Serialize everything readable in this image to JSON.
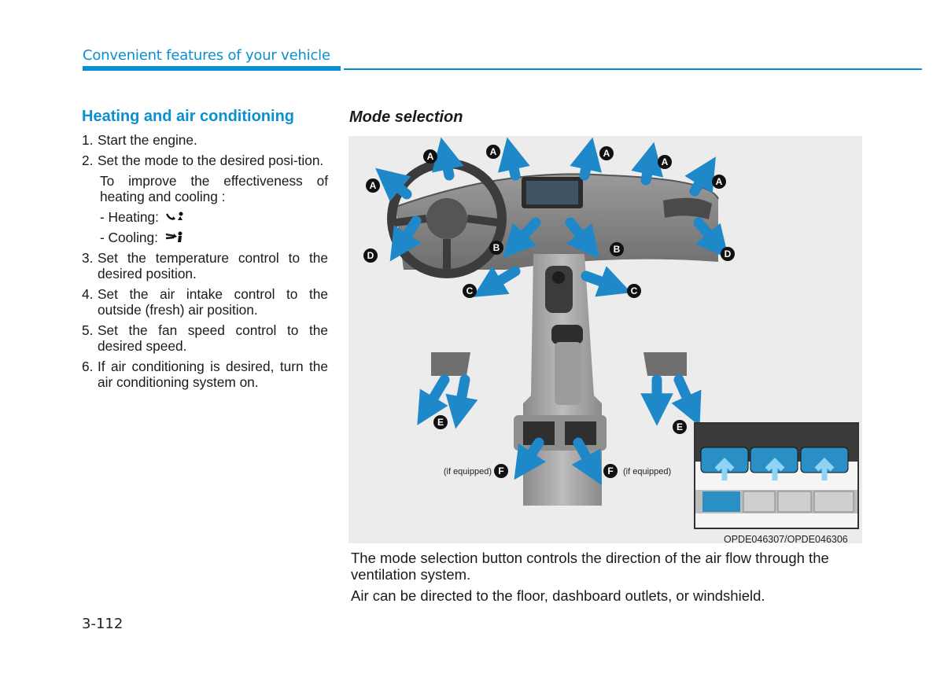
{
  "header": {
    "section_title": "Convenient features of your vehicle"
  },
  "left": {
    "title": "Heating and air conditioning",
    "steps": [
      {
        "num": "1.",
        "text": "Start the engine."
      },
      {
        "num": "2.",
        "text": "Set the mode to the desired posi-tion."
      },
      {
        "num": "3.",
        "text": "Set the temperature control to the desired position."
      },
      {
        "num": "4.",
        "text": "Set the air intake control to the outside (fresh) air position."
      },
      {
        "num": "5.",
        "text": "Set the fan speed control to the desired speed."
      },
      {
        "num": "6.",
        "text": "If air conditioning is desired, turn the air conditioning system on."
      }
    ],
    "tip": "To improve the effectiveness of heating and cooling :",
    "heating_label": "- Heating:",
    "cooling_label": "- Cooling:",
    "heating_icon": "floor-mode-icon",
    "cooling_icon": "face-mode-icon"
  },
  "right": {
    "title": "Mode selection",
    "figure": {
      "labels": {
        "a": "A",
        "b": "B",
        "c": "C",
        "d": "D",
        "e": "E",
        "f": "F"
      },
      "if_equipped": "(if equipped)",
      "code": "OPDE046307/OPDE046306",
      "arrow_color": "#1e88c8",
      "label_color": "#111111"
    },
    "caption": [
      "The mode selection button controls the direction of the air flow through the ventilation system.",
      "Air can be directed to the floor, dashboard outlets, or windshield."
    ]
  },
  "page_number": "3-112"
}
